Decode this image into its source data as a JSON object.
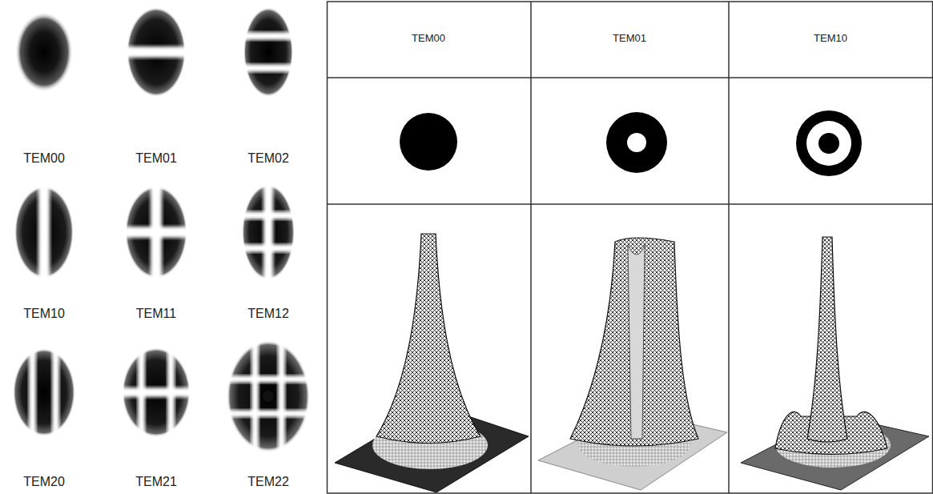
{
  "diagram": {
    "labels": [
      "TEM00",
      "TEM01",
      "TEM02",
      "TEM10",
      "TEM11",
      "TEM12",
      "TEM20",
      "TEM21",
      "TEM22",
      "TEM00",
      "TEM01",
      "TEM10"
    ]
  }
}
